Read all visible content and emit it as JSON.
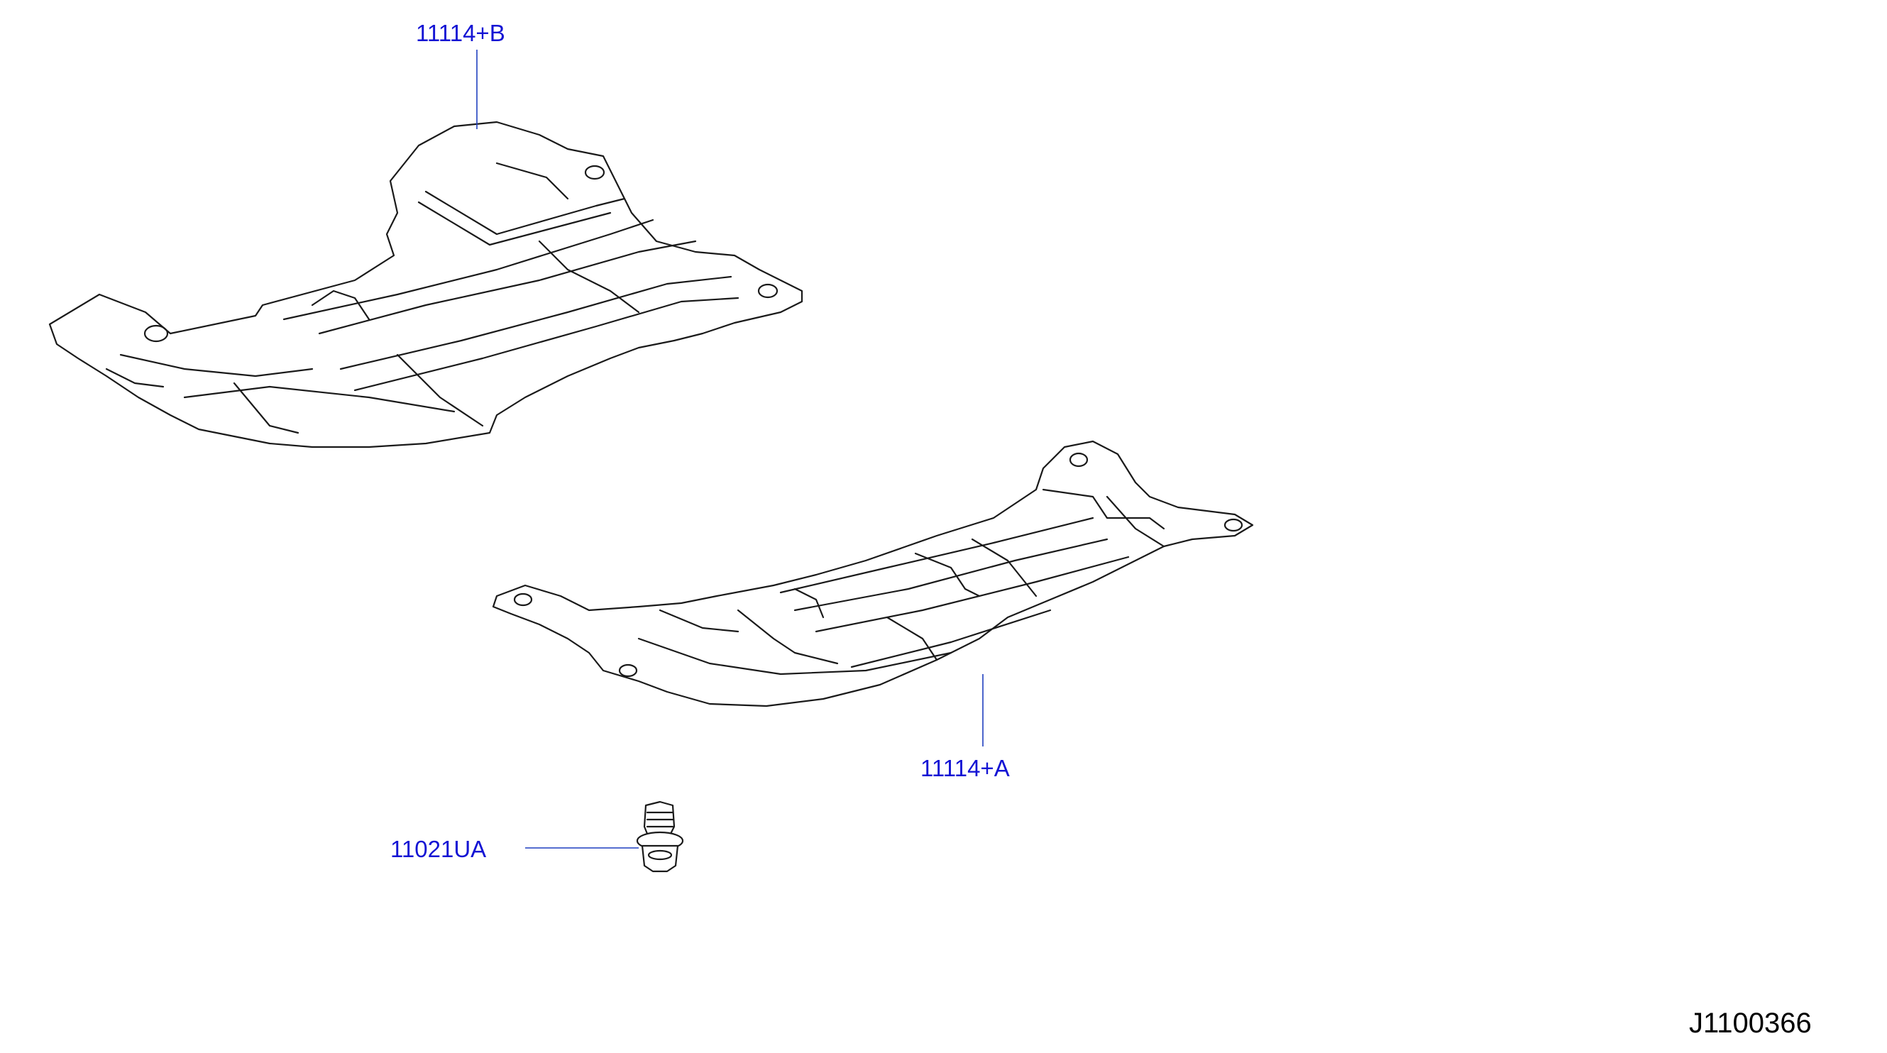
{
  "diagram": {
    "callouts": [
      {
        "id": "cover-b",
        "label": "11114+B"
      },
      {
        "id": "cover-a",
        "label": "11114+A"
      },
      {
        "id": "bolt",
        "label": "11021UA"
      }
    ],
    "drawing_number": "J1100366"
  }
}
